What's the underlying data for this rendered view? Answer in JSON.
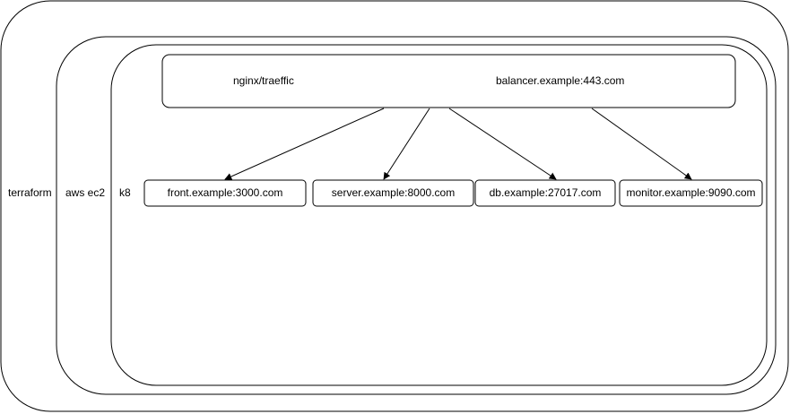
{
  "layers": {
    "terraform": "terraform",
    "aws_ec2": "aws ec2",
    "k8": "k8"
  },
  "balancer": {
    "name": "nginx/traeffic",
    "host": "balancer.example:443.com"
  },
  "services": [
    {
      "host": "front.example:3000.com"
    },
    {
      "host": "server.example:8000.com"
    },
    {
      "host": "db.example:27017.com"
    },
    {
      "host": "monitor.example:9090.com"
    }
  ],
  "colors": {
    "stroke": "#000000",
    "background": "#ffffff",
    "text": "#000000"
  }
}
